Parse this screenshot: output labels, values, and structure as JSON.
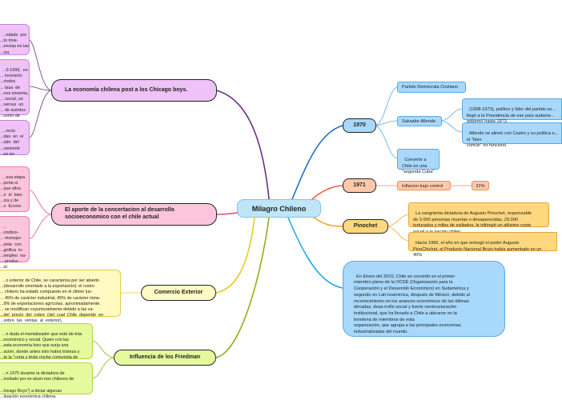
{
  "central": "Milagro Chileno",
  "left_branches": {
    "economia": "La  economía  chilena post a los Chicago boys.",
    "concertacion": "El aporte de la concertacion al desarrollo socioeconomico con el chile actual",
    "comercio": "Comercio Exterior",
    "friedman": "Influencia de los Friedman"
  },
  "economia_leaves": [
    "...ndado  por\n...to inne-\n...encias en las\n...ica",
    "...0-1999,  en\n... inversión\n...riodos\n... tasa  de\n...nos noventa,\n... social, un\n...versus  un\n... de sueldos\n...ución de",
    "...recio\n...das  en  el\n...ado  del\n...veniente\n...es ex-"
  ],
  "concertacion_leaves": [
    "...eva etapa\n...porta si\n...que ellos\n...ir  el  bien\n...ica y de\n...o  Econo-",
    "...\n...ondicio-\n... monopo-\n...ente  con\n...gnifica  in-\n...empleo  na-\n... produc-\n...al."
  ],
  "comercio_leaf": "...o exterior de Chile, se caracteriza por ser abierto\n...(desarrollo orientado a la exportación): el rostro\n... chileno ha estado compuesto en el último lus-\n... 45% de carácter industrial, 45% de carácter mine-\n...9% de exportaciones agrícolas, aproximadamente.\n... se modifican coyunturalmente debido a las va-\n...del  precio  del  cobre  (del  cual  Chile  depende  en\n...sobre  las  ventas  al  exterior).",
  "friedman_leaves": [
    "...n duda el mentalizador que está de-trás\n...económico y social. Quien con las\n...esta economía hizo que surja una\n...ación, donde antes sólo había tristeza y\n...te la \"corta y triste noche comunista de",
    "...n 1975 durante la dictadura de\n...invitado por ex-alum-nos chilenos de\n\n...hicago Boys\") a dictar algunas\n...ituación económica chilena."
  ],
  "right_branches": {
    "y1970": "1970",
    "y1971": "1971",
    "pinochet": "Pinochet"
  },
  "y1970_children": [
    {
      "label": "Partido Demócrata Cristiano"
    },
    {
      "label": "Salvador Allende",
      "details": [
        "(1908-1973), político y líder del partido so...\nllegó a la Presidencia de ese país sudame...\ngobernó hasta 1973.",
        "Allende se alineó con Castro y su política e...\nel \"bien\ncomún\" no funcionó."
      ]
    },
    {
      "label": "Convertir a\nChile en una\n\"segunda Cuba\""
    }
  ],
  "y1971_children": {
    "inflacion": "Inflacion bajo control",
    "percent": "22%"
  },
  "pinochet_children": [
    "La sangrienta dictadura de Augusto Pinochet, responsable\nde 3.000 personas muertas o desaparecidas, 29.000\ntorturados y miles de exiliados, le infringió un altísimo costo\nsocial a la nación chilen.",
    "Hacia 1990, el año en que entregó el poder Augusto\nPinoChichet, el Producto Nacional Bruto había aumentado en un\n40%"
  ],
  "ocde_note": "En Enero del 2010, Chile se convirtió en el primer\nmiembro pleno de la OCDE (Organización para la\nCooperación y el Desarrollo Económico) en Sudamérica y\nsegundo en Lati-noamérica, después de México, debido al\nreconocimiento en los avances económicos de las últimas\ndécadas, desa-rrollo social y fuerte reestructuración\ninstitucional, que ha llevado a Chile a ubicarse en la\ntreintena de miembros de esta\norganización, que agrupa a las principales economías\nindustrializadas del mundo.",
  "colors": {
    "economia": "#6b2f7a",
    "concertacion": "#e0527e",
    "comercio": "#e9c927",
    "friedman": "#8ab414",
    "y1970": "#1f6fc5",
    "y1971": "#ee5f2f",
    "pinochet": "#f2a81d",
    "ocde": "#29a6ea"
  }
}
